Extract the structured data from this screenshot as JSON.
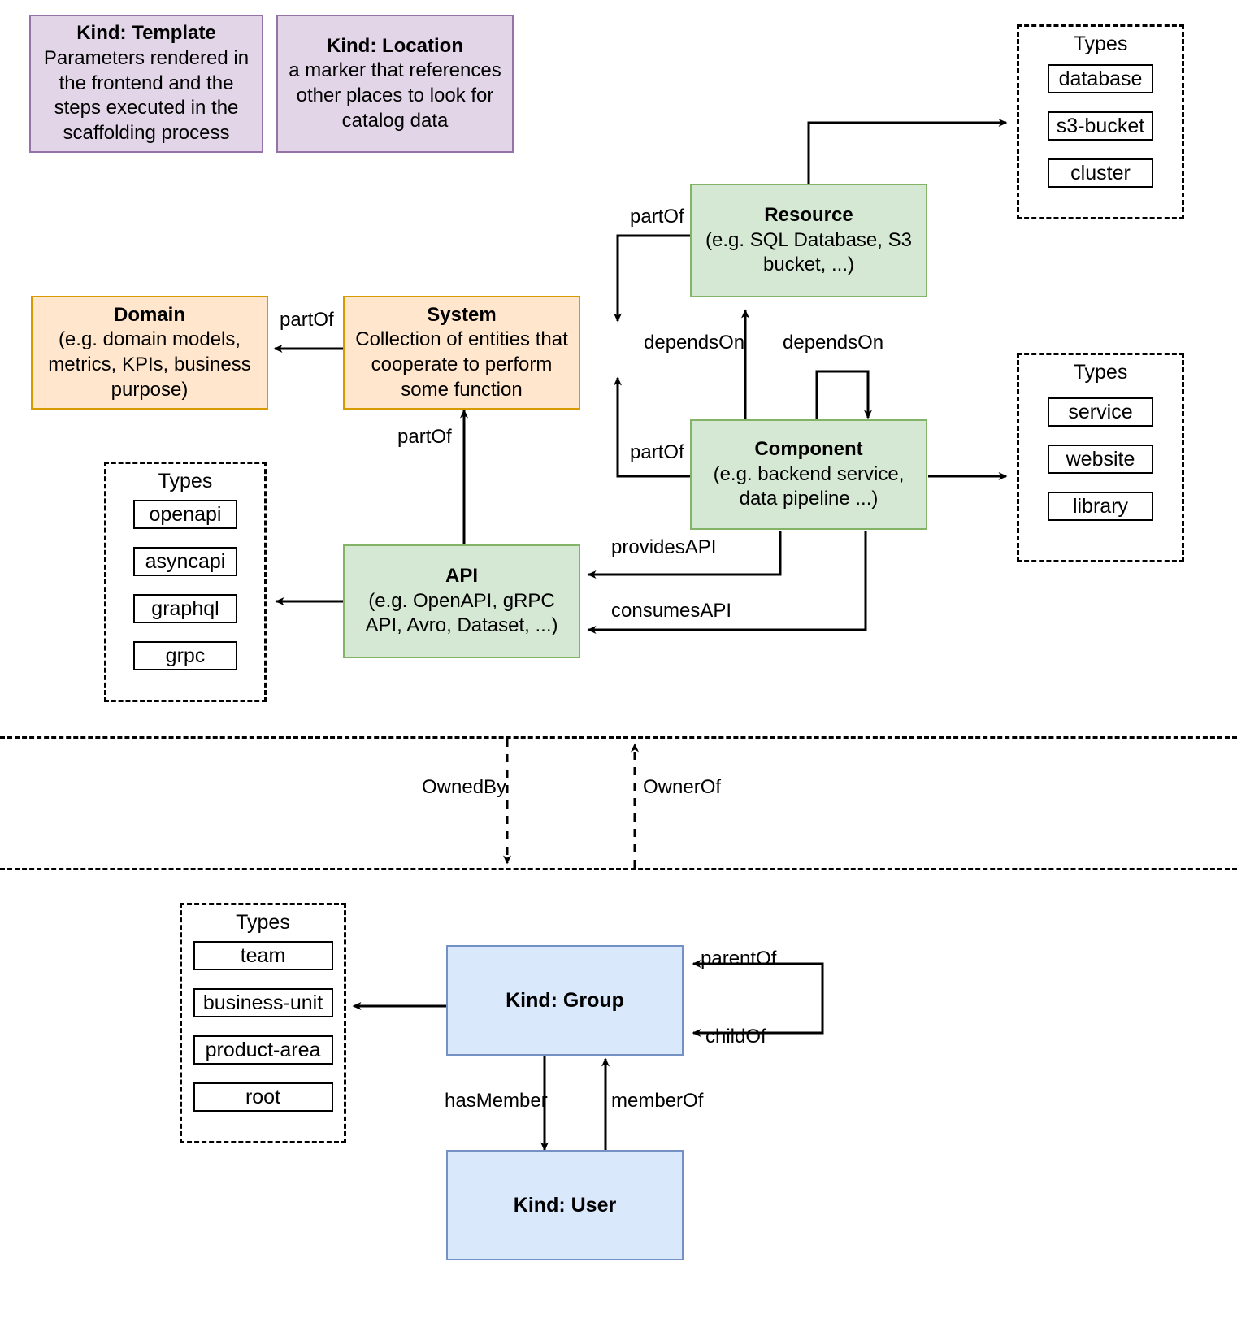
{
  "diagram": {
    "title": "Backstage catalog entity kinds and relations",
    "colors": {
      "purple_fill": "#e1d5e7",
      "purple_stroke": "#9673a6",
      "orange_fill": "#ffe6cc",
      "orange_stroke": "#d79b00",
      "green_fill": "#d5e8d4",
      "green_stroke": "#82b366",
      "blue_fill": "#dae8fc",
      "blue_stroke": "#7491c4",
      "line": "#000000"
    }
  },
  "nodes": {
    "template": {
      "title": "Kind: Template",
      "desc": "Parameters rendered in the frontend and the steps executed in  the scaffolding process"
    },
    "location": {
      "title": "Kind: Location",
      "desc": "a marker that references other places to look for catalog data"
    },
    "domain": {
      "title": "Domain",
      "desc": "(e.g.  domain models, metrics, KPIs, business purpose)"
    },
    "system": {
      "title": "System",
      "desc": "Collection of entities that cooperate to perform some function"
    },
    "resource": {
      "title": "Resource",
      "desc": "(e.g. SQL Database, S3 bucket, ...)"
    },
    "component": {
      "title": "Component",
      "desc": "(e.g. backend service, data pipeline ...)"
    },
    "api": {
      "title": "API",
      "desc": "(e.g. OpenAPI, gRPC API, Avro, Dataset, ...)"
    },
    "group": {
      "title": "Kind: Group",
      "desc": ""
    },
    "user": {
      "title": "Kind: User",
      "desc": ""
    }
  },
  "type_groups": {
    "resource": {
      "label": "Types",
      "items": [
        "database",
        "s3-bucket",
        "cluster"
      ]
    },
    "component": {
      "label": "Types",
      "items": [
        "service",
        "website",
        "library"
      ]
    },
    "api": {
      "label": "Types",
      "items": [
        "openapi",
        "asyncapi",
        "graphql",
        "grpc"
      ]
    },
    "group": {
      "label": "Types",
      "items": [
        "team",
        "business-unit",
        "product-area",
        "root"
      ]
    }
  },
  "edge_labels": {
    "system_partof_domain": "partOf",
    "resource_partof_system": "partOf",
    "component_partof_system": "partOf",
    "api_partof_system": "partOf",
    "component_dependson_resource": "dependsOn",
    "component_dependson_component": "dependsOn",
    "component_providesapi": "providesAPI",
    "component_consumesapi": "consumesAPI",
    "ownedby": "OwnedBy",
    "ownerof": "OwnerOf",
    "group_parentof": "parentOf",
    "group_childof": "childOf",
    "group_hasmember": "hasMember",
    "user_memberof": "memberOf"
  }
}
